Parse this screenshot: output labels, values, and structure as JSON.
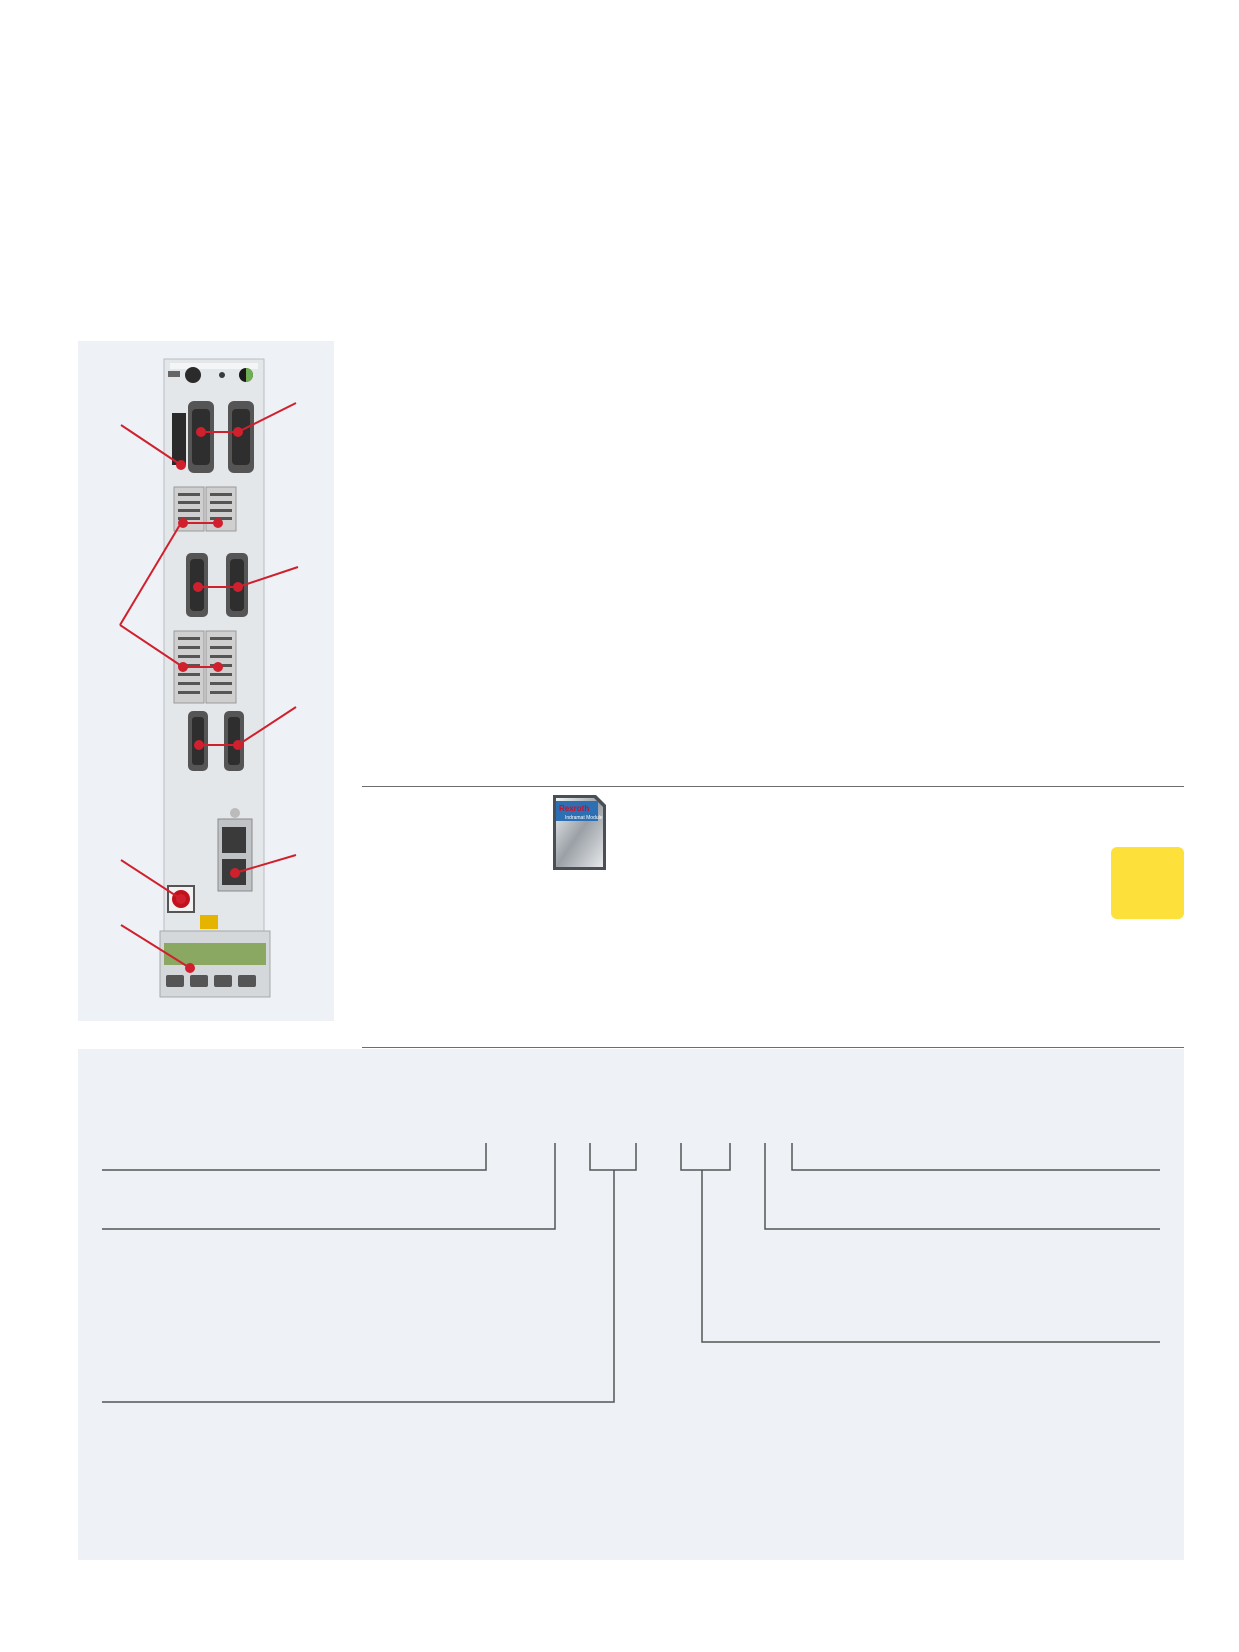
{
  "figure": {
    "subject": "drive control unit with connector callouts",
    "callout_color": "#d0202e",
    "panel_color": "#eef2f6",
    "accent_tab_color": "#fde13a"
  },
  "sd_card": {
    "logo_text": "Rexroth",
    "sub_text": "Indramat Module",
    "icon": "memory-card-icon"
  },
  "type_code": {
    "bracket_count": 6,
    "leader_count": 6
  }
}
